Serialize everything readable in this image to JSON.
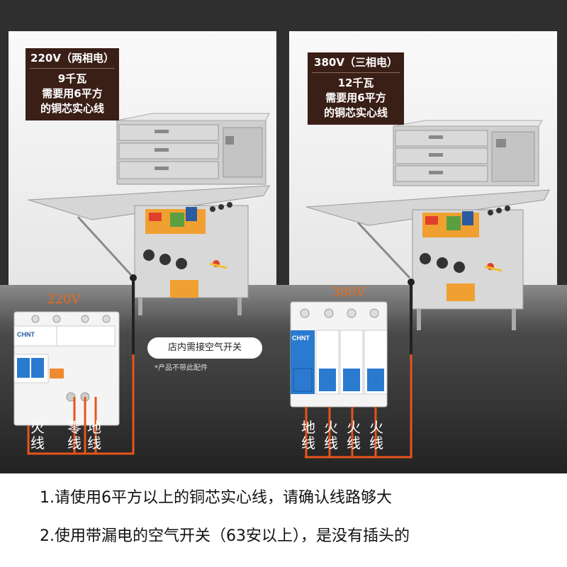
{
  "left": {
    "spec_head": "220V（两相电）",
    "spec_lines": [
      "9千瓦",
      "需要用6平方",
      "的铜芯实心线"
    ],
    "voltage": "220V",
    "breaker_brand": "CHNT",
    "wire_labels": [
      [
        "火",
        "线"
      ],
      [
        "零",
        "线"
      ],
      [
        "地",
        "线"
      ]
    ]
  },
  "right": {
    "spec_head": "380V（三相电）",
    "spec_lines": [
      "12千瓦",
      "需要用6平方",
      "的铜芯实心线"
    ],
    "voltage": "380V",
    "breaker_brand": "CHNT",
    "wire_labels": [
      [
        "地",
        "线"
      ],
      [
        "火",
        "线"
      ],
      [
        "火",
        "线"
      ],
      [
        "火",
        "线"
      ]
    ]
  },
  "note": {
    "title": "店内需接空气开关",
    "sub": "*产品不带此配件"
  },
  "bottom": {
    "line1": "1.请使用6平方以上的铜芯实心线，请确认线路够大",
    "line2": "2.使用带漏电的空气开关（63安以上），是没有插头的"
  },
  "colors": {
    "wire": "#e8541a",
    "spec_bg": "#3a1f17",
    "voltage": "#e86a1a"
  }
}
